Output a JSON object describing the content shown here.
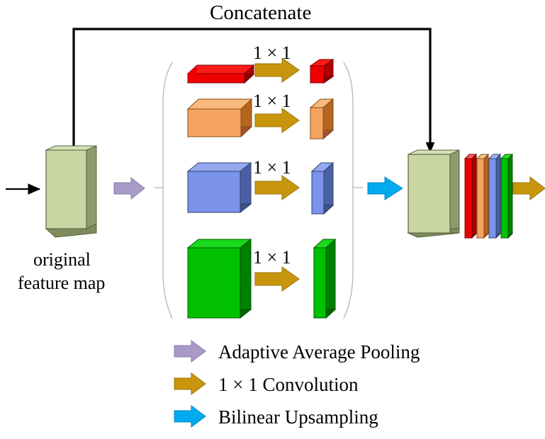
{
  "diagram": {
    "title_label": "Concatenate",
    "input_label_line1": "original",
    "input_label_line2": "feature map",
    "conv_op_labels": [
      "1 × 1",
      "1 × 1",
      "1 × 1",
      "1 × 1"
    ],
    "pyramid_levels": [
      {
        "name": "level-1",
        "color": "#ee0000",
        "shade_right": "#a40000",
        "shade_bottom": "#8b0000",
        "out_color": "#ee0000"
      },
      {
        "name": "level-2",
        "color": "#f4a460",
        "shade_right": "#b5651d",
        "shade_bottom": "#a0522d",
        "out_color": "#f4a460"
      },
      {
        "name": "level-3",
        "color": "#7b93ea",
        "shade_right": "#4a5fa5",
        "shade_bottom": "#3c5488",
        "out_color": "#7b93ea"
      },
      {
        "name": "level-4",
        "color": "#00c000",
        "shade_right": "#008000",
        "shade_bottom": "#006400",
        "out_color": "#00c000"
      }
    ],
    "feature_map_color": "#c9d6a3",
    "feature_map_shade_right": "#8d9a6a",
    "feature_map_shade_bottom": "#7e8b5c",
    "concat_slabs": [
      {
        "name": "slab-red",
        "color": "#ee0000",
        "shade": "#a40000"
      },
      {
        "name": "slab-orange",
        "color": "#f4a460",
        "shade": "#b5651d"
      },
      {
        "name": "slab-blue",
        "color": "#7b93ea",
        "shade": "#4a5fa5"
      },
      {
        "name": "slab-green",
        "color": "#00c000",
        "shade": "#008000"
      }
    ],
    "arrow_colors": {
      "pooling": "#a899c6",
      "convolution": "#c8960c",
      "upsampling": "#00aaee",
      "flow": "#000000"
    }
  },
  "legend": {
    "items": [
      {
        "arrow": "pooling-arrow-icon",
        "color": "#a899c6",
        "label": "Adaptive Average Pooling"
      },
      {
        "arrow": "convolution-arrow-icon",
        "color": "#c8960c",
        "label": "1 × 1 Convolution"
      },
      {
        "arrow": "upsampling-arrow-icon",
        "color": "#00aaee",
        "label": "Bilinear Upsampling"
      }
    ]
  }
}
